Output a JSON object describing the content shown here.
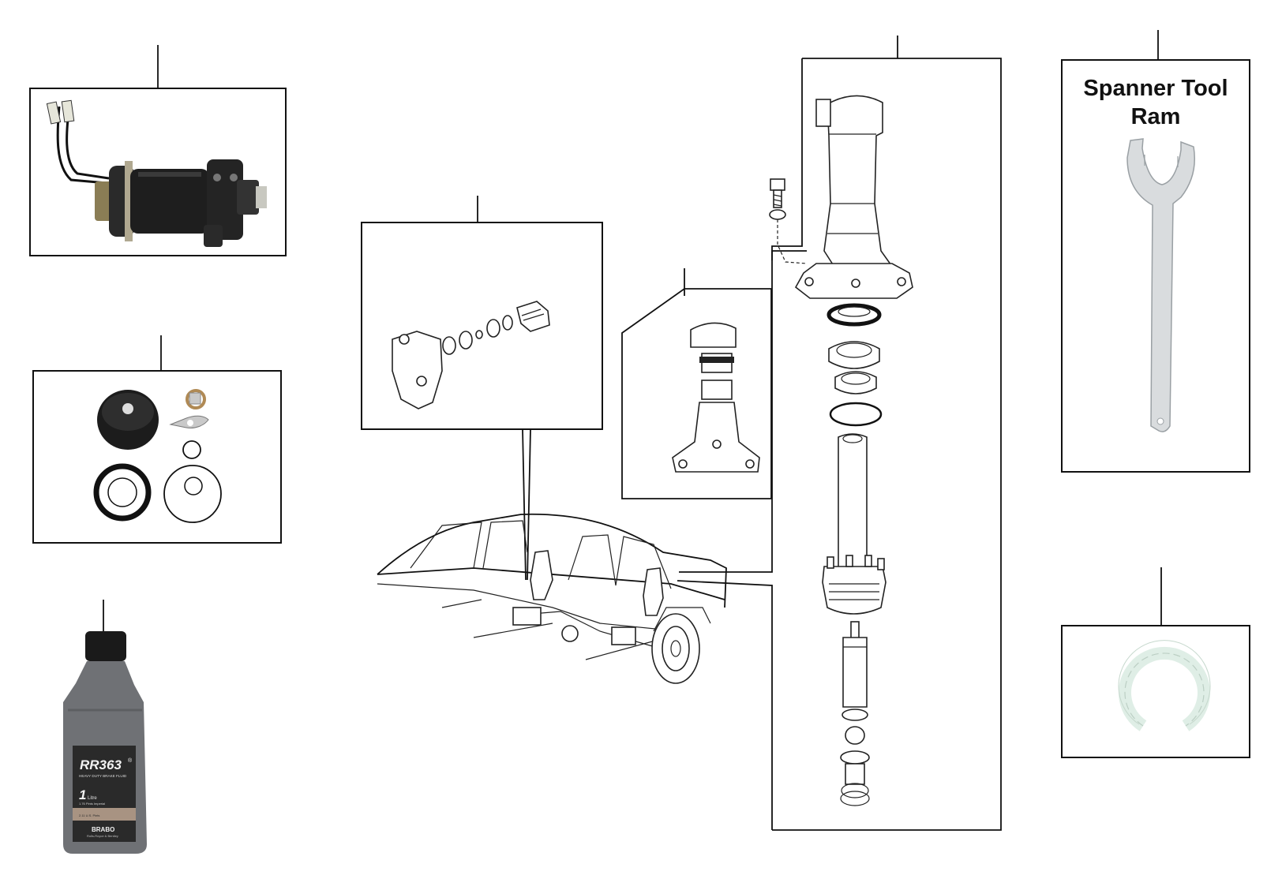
{
  "spanner_box": {
    "title_line1": "Spanner Tool",
    "title_line2": "Ram"
  },
  "fluid_bottle": {
    "brand": "RR363",
    "registered": "®",
    "subtitle": "HEAVY DUTY BRAKE FLUID",
    "volume_number": "1",
    "volume_unit": "Litre",
    "volume_detail_1": "1.76 Pints Imperial",
    "volume_detail_2": "2.11 U.S. Pints",
    "maker": "BRABO",
    "maker_tagline": "Rolls-Royce & Bentley"
  },
  "colors": {
    "line": "#111111",
    "pump_body": "#1e1e1e",
    "bottle_body": "#6f7175",
    "bottle_cap": "#1a1a1a",
    "label_dark": "#2a2a2a",
    "label_band": "#a89382",
    "tool_grey": "#d9dcde",
    "ring_green": "#dfeee6"
  }
}
